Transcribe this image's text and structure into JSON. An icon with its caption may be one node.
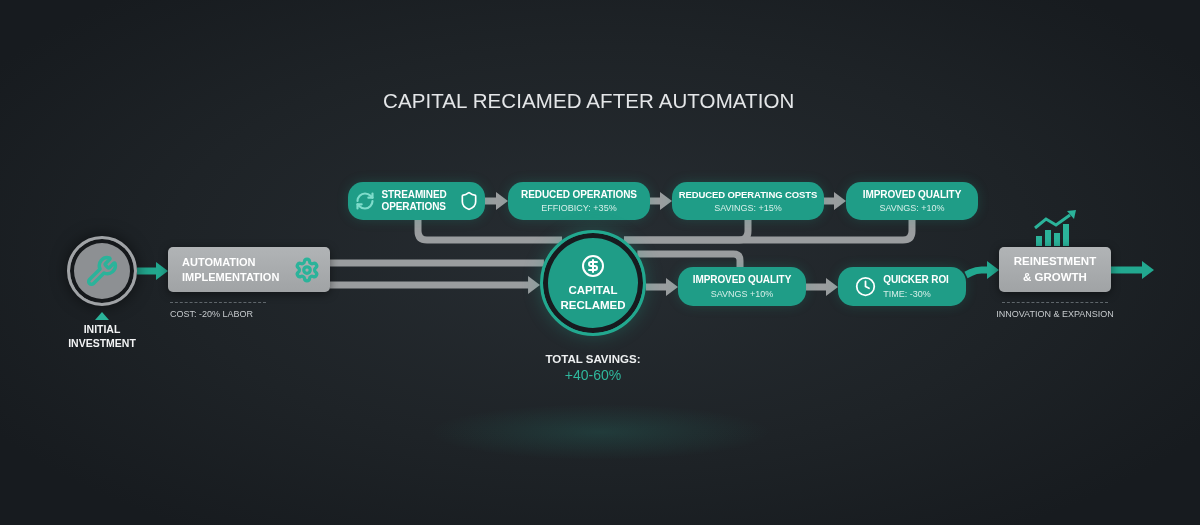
{
  "diagram": {
    "title": "CAPITAL RECIAMED AFTER AUTOMATION",
    "nodes": [
      {
        "text": [
          "INITIAL INVESTMENT"
        ]
      },
      {
        "text": [
          "AUTOMATION IMPLEMENTATION"
        ],
        "beside": [
          "COST: -20% LABOR"
        ]
      },
      {
        "text": [
          "STREAMINED OPERATIONS"
        ]
      },
      {
        "text": [
          "REDUCED OPERATIONS",
          "EFFIOBICY: +35%"
        ]
      },
      {
        "text": [
          "REDUCED OPERATING COSTS",
          "SAVINGS: +15%"
        ]
      },
      {
        "text": [
          "IMPROVED QUALITY",
          "SAVNGS: +10%"
        ]
      },
      {
        "text": [
          "CAPITAL RECLAMED"
        ],
        "beside": [
          "TOTAL SAVINGS:",
          "+40-60%"
        ]
      },
      {
        "text": [
          "IMPROVED QUALITY",
          "SAVNGS +10%"
        ]
      },
      {
        "text": [
          "QUICKER ROI",
          "TIME: -30%"
        ]
      },
      {
        "text": [
          "REINESTMENT & GROWTH"
        ],
        "beside": [
          "INNOVATION & EXPANSION"
        ]
      }
    ],
    "edges": [
      {
        "from": 0,
        "to": 1,
        "arrow": "to",
        "color": "#22a88f"
      },
      {
        "from": 1,
        "to": 6,
        "arrow": "none"
      },
      {
        "from": 1,
        "to": 6,
        "arrow": "to"
      },
      {
        "from": 2,
        "to": 3,
        "arrow": "to"
      },
      {
        "from": 3,
        "to": 4,
        "arrow": "to"
      },
      {
        "from": 4,
        "to": 5,
        "arrow": "to"
      },
      {
        "from": 2,
        "to": 6,
        "arrow": "none"
      },
      {
        "from": 4,
        "to": 6,
        "arrow": "none"
      },
      {
        "from": 5,
        "to": 6,
        "arrow": "none"
      },
      {
        "from": 6,
        "to": 7,
        "arrow": "none"
      },
      {
        "from": 6,
        "to": 7,
        "arrow": "to"
      },
      {
        "from": 7,
        "to": 8,
        "arrow": "to"
      },
      {
        "from": 8,
        "to": 9,
        "arrow": "to",
        "color": "#22a88f"
      },
      {
        "from": 9,
        "to": null,
        "arrow": "to",
        "color": "#22a88f"
      }
    ]
  }
}
